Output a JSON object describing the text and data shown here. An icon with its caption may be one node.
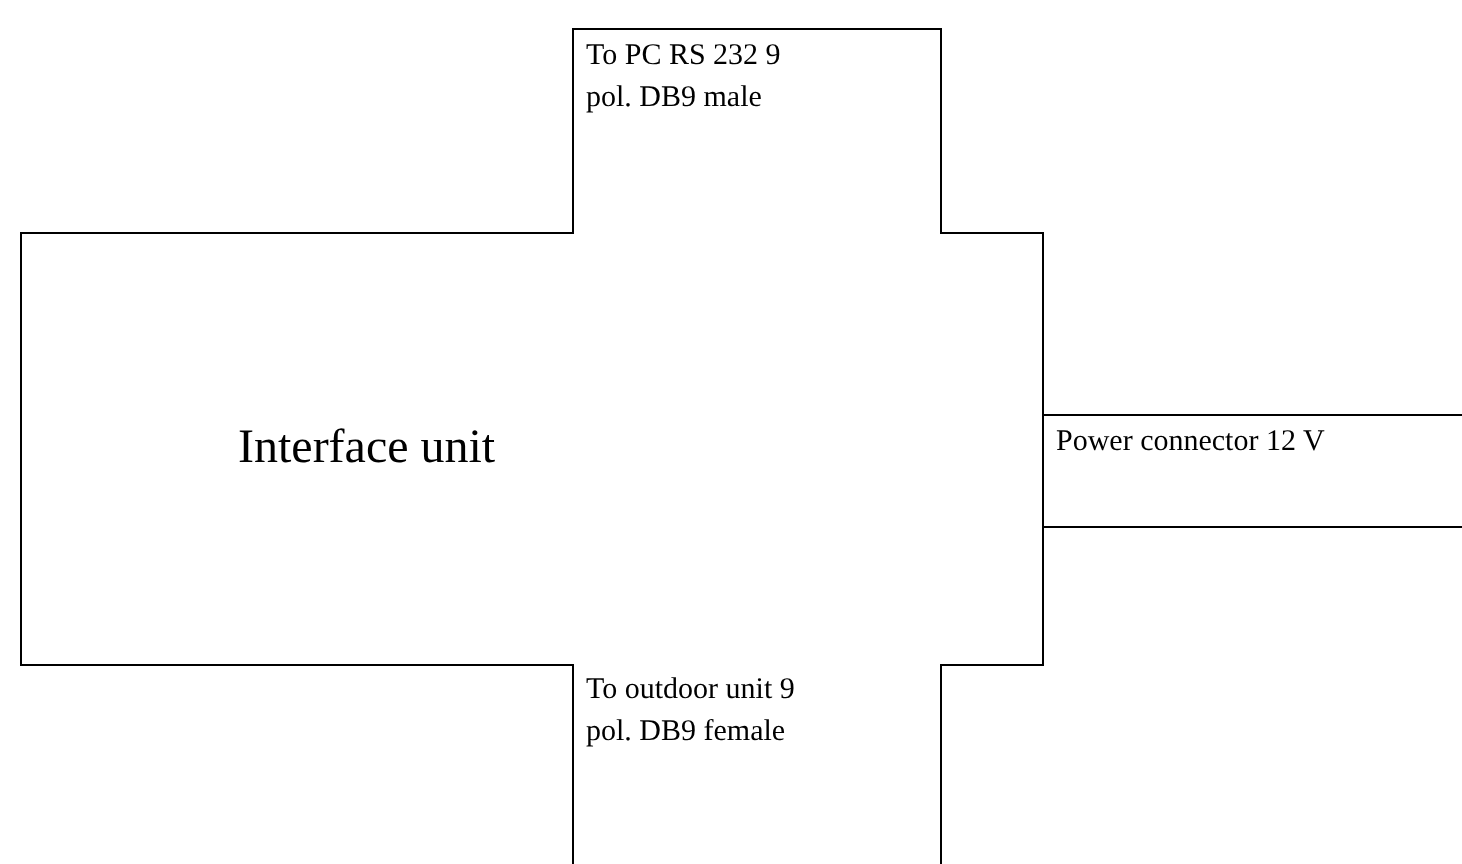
{
  "diagram": {
    "nodes": [
      {
        "text": [
          "Interface unit"
        ]
      },
      {
        "text": [
          "To PC RS 232 9 pol. DB9 male"
        ]
      },
      {
        "text": [
          "Power connector 12 V"
        ]
      },
      {
        "text": [
          "To outdoor unit 9 pol. DB9 female"
        ]
      }
    ]
  }
}
